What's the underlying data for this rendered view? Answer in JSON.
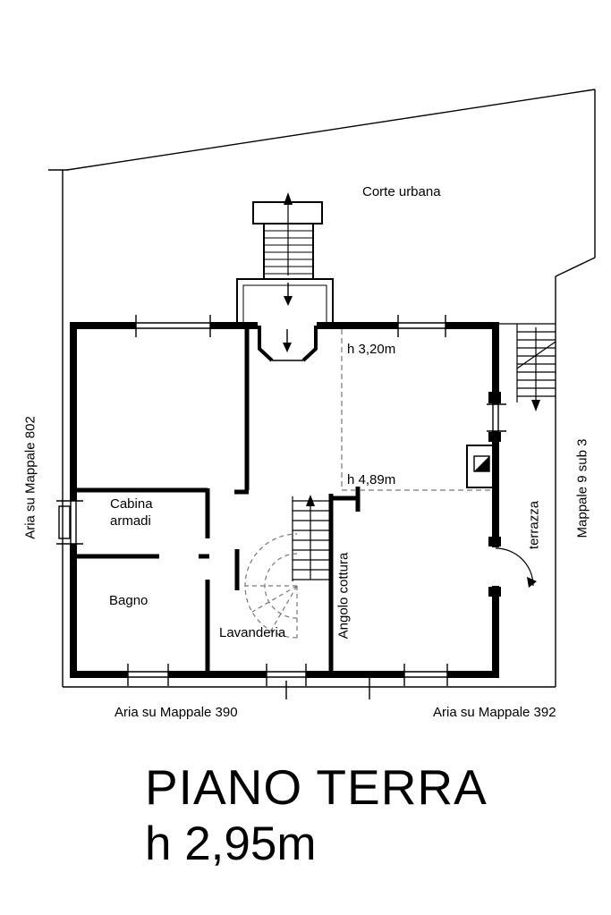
{
  "plan": {
    "site_labels": {
      "corte_urbana": "Corte urbana",
      "aria_su_mappale_802": "Aria su Mappale 802",
      "mappale_9_sub_3": "Mappale 9 sub 3",
      "aria_su_mappale_390": "Aria su Mappale 390",
      "aria_su_mappale_392": "Aria su Mappale 392",
      "terrazza": "terrazza"
    },
    "room_labels": {
      "cabina_armadi": "Cabina armadi",
      "bagno": "Bagno",
      "lavanderia": "Lavanderia",
      "angolo_cottura": "Angolo cottura"
    },
    "height_annotations": {
      "upper": "h 3,20m",
      "lower": "h 4,89m"
    },
    "title": "PIANO TERRA",
    "height_note": "h 2,95m",
    "colors": {
      "line": "#000000",
      "dashed_reference": "#777777",
      "background": "#ffffff"
    }
  }
}
